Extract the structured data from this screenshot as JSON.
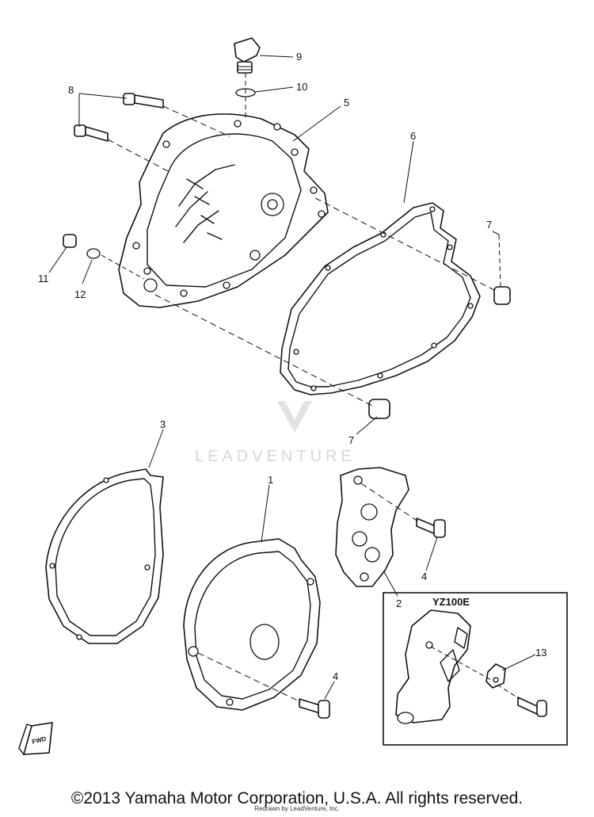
{
  "diagram": {
    "callouts": {
      "c1": "1",
      "c2": "2",
      "c3": "3",
      "c4a": "4",
      "c4b": "4",
      "c5": "5",
      "c6": "6",
      "c7a": "7",
      "c7b": "7",
      "c8": "8",
      "c9": "9",
      "c10": "10",
      "c11": "11",
      "c12": "12",
      "c13": "13"
    },
    "inset_label": "YZ100E",
    "watermark": "LEADVENTURE",
    "fwd_label": "FWD"
  },
  "footer": {
    "copyright": "©2013 Yamaha Motor Corporation, U.S.A. All rights reserved.",
    "redrawn": "Redrawn by LeadVenture, Inc."
  }
}
